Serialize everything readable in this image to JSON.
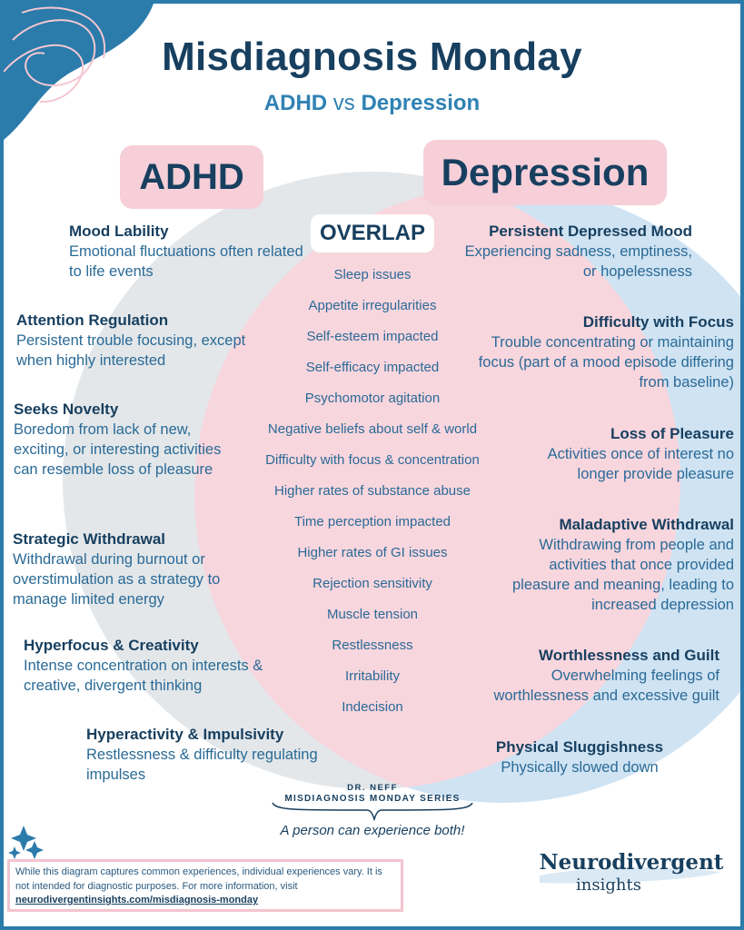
{
  "header": {
    "title": "Misdiagnosis Monday",
    "subtitle_left": "ADHD",
    "subtitle_vs": "vs",
    "subtitle_right": "Depression"
  },
  "venn": {
    "left_label": "ADHD",
    "right_label": "Depression",
    "overlap_label": "OVERLAP",
    "colors": {
      "left": "#e3e7ea",
      "right": "#cfe3f3",
      "overlap": "#f8d6de",
      "pill": "#f6cfd8",
      "navy": "#173f5f",
      "accent": "#2f82b3"
    }
  },
  "adhd_items": [
    {
      "heading": "Mood Lability",
      "text": "Emotional fluctuations often related to life events"
    },
    {
      "heading": "Attention Regulation",
      "text": "Persistent trouble focusing, except when highly interested"
    },
    {
      "heading": "Seeks Novelty",
      "text": "Boredom from lack of new, exciting, or interesting activities can resemble loss of pleasure"
    },
    {
      "heading": "Strategic Withdrawal",
      "text": "Withdrawal during burnout or overstimulation as a strategy to manage limited energy"
    },
    {
      "heading": "Hyperfocus & Creativity",
      "text": "Intense concentration on interests & creative, divergent thinking"
    },
    {
      "heading": "Hyperactivity & Impulsivity",
      "text": "Restlessness & difficulty regulating impulses"
    }
  ],
  "depression_items": [
    {
      "heading": "Persistent Depressed Mood",
      "text": "Experiencing sadness, emptiness, or hopelessness"
    },
    {
      "heading": "Difficulty with Focus",
      "text": "Trouble concentrating or maintaining focus (part of a mood episode differing from baseline)"
    },
    {
      "heading": "Loss of Pleasure",
      "text": "Activities once of interest no longer provide pleasure"
    },
    {
      "heading": "Maladaptive Withdrawal",
      "text": "Withdrawing from people and activities that once provided pleasure and meaning, leading to increased depression"
    },
    {
      "heading": "Worthlessness and Guilt",
      "text": "Overwhelming feelings of worthlessness and excessive guilt"
    },
    {
      "heading": "Physical Sluggishness",
      "text": "Physically slowed down"
    }
  ],
  "overlap_items": [
    "Sleep issues",
    "Appetite irregularities",
    "Self-esteem impacted",
    "Self-efficacy impacted",
    "Psychomotor agitation",
    "Negative beliefs about self & world",
    "Difficulty with focus & concentration",
    "Higher rates of substance abuse",
    "Time perception impacted",
    "Higher rates of GI issues",
    "Rejection sensitivity",
    "Muscle tension",
    "Restlessness",
    "Irritability",
    "Indecision"
  ],
  "footer": {
    "series_author": "DR. NEFF",
    "series_name": "MISDIAGNOSIS MONDAY SERIES",
    "tagline": "A person can experience both!",
    "disclaimer": "While this diagram captures common experiences, individual experiences vary. It is not intended for diagnostic purposes. For more information, visit",
    "link": "neurodivergentinsights.com/misdiagnosis-monday",
    "brand_line1": "Neurodivergent",
    "brand_line2": "insights"
  }
}
